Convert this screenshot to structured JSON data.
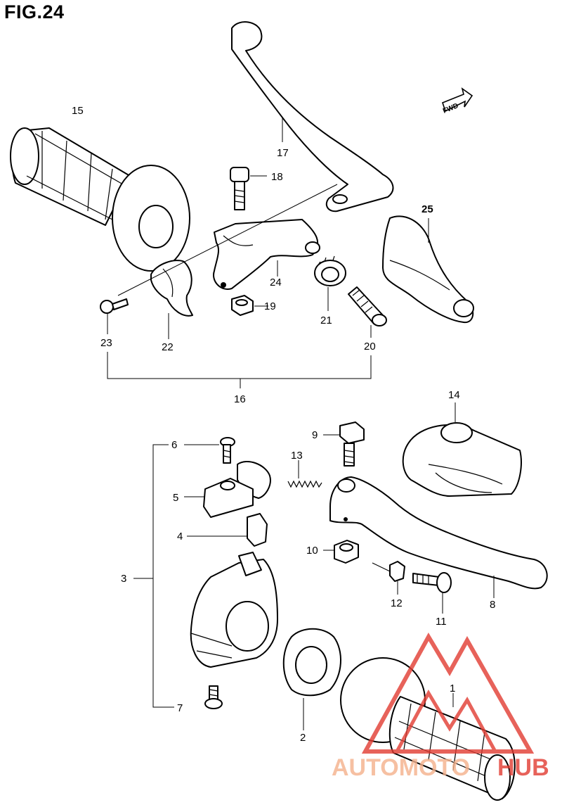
{
  "figure": {
    "title": "FIG.24"
  },
  "direction_badge": {
    "label": "FWD",
    "icon": "forward-arrow-icon"
  },
  "callouts": {
    "c1": "1",
    "c2": "2",
    "c3": "3",
    "c4": "4",
    "c5": "5",
    "c6": "6",
    "c7": "7",
    "c8": "8",
    "c9": "9",
    "c10": "10",
    "c11": "11",
    "c12": "12",
    "c13": "13",
    "c14": "14",
    "c15": "15",
    "c16": "16",
    "c17": "17",
    "c18": "18",
    "c19": "19",
    "c20": "20",
    "c21": "21",
    "c22": "22",
    "c23": "23",
    "c24": "24",
    "c25": "25"
  },
  "watermark": {
    "part1": "AUTOMOTO",
    "part2": "HUB",
    "color_main": "#f4b18c",
    "color_accent": "#e23b32"
  }
}
